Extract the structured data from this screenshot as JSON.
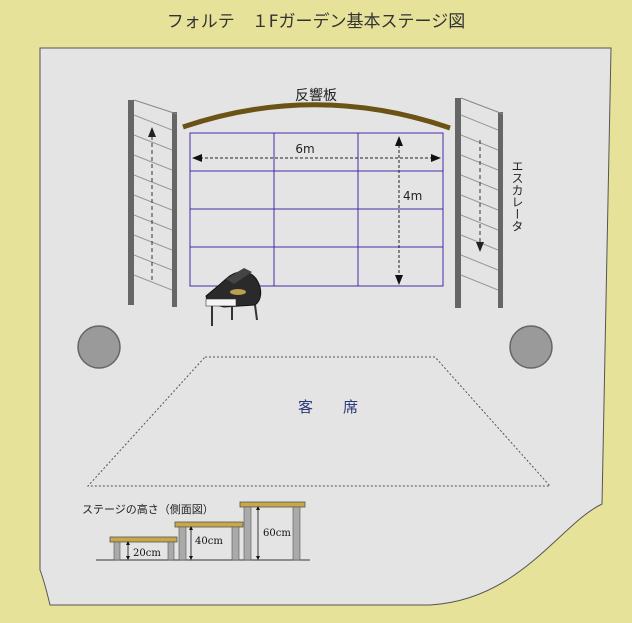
{
  "title": "フォルテ　１Fガーデン基本ステージ図",
  "reflector_label": "反響板",
  "stage": {
    "width_label": "6m",
    "depth_label": "4m",
    "cols": 3,
    "rows": 4
  },
  "escalator_label": "エスカレータ",
  "audience_label": "客　　席",
  "heights": {
    "title": "ステージの高さ（側面図）",
    "levels": [
      {
        "label": "20cm",
        "value_cm": 20
      },
      {
        "label": "40cm",
        "value_cm": 40
      },
      {
        "label": "60cm",
        "value_cm": 60
      }
    ]
  },
  "colors": {
    "background": "#e6e29a",
    "floor": "#e4e4e4",
    "grid": "#4a2aa8",
    "reflector": "#6b5316",
    "pillar": "#9a9a9a",
    "platform_top": "#c8a84a"
  }
}
